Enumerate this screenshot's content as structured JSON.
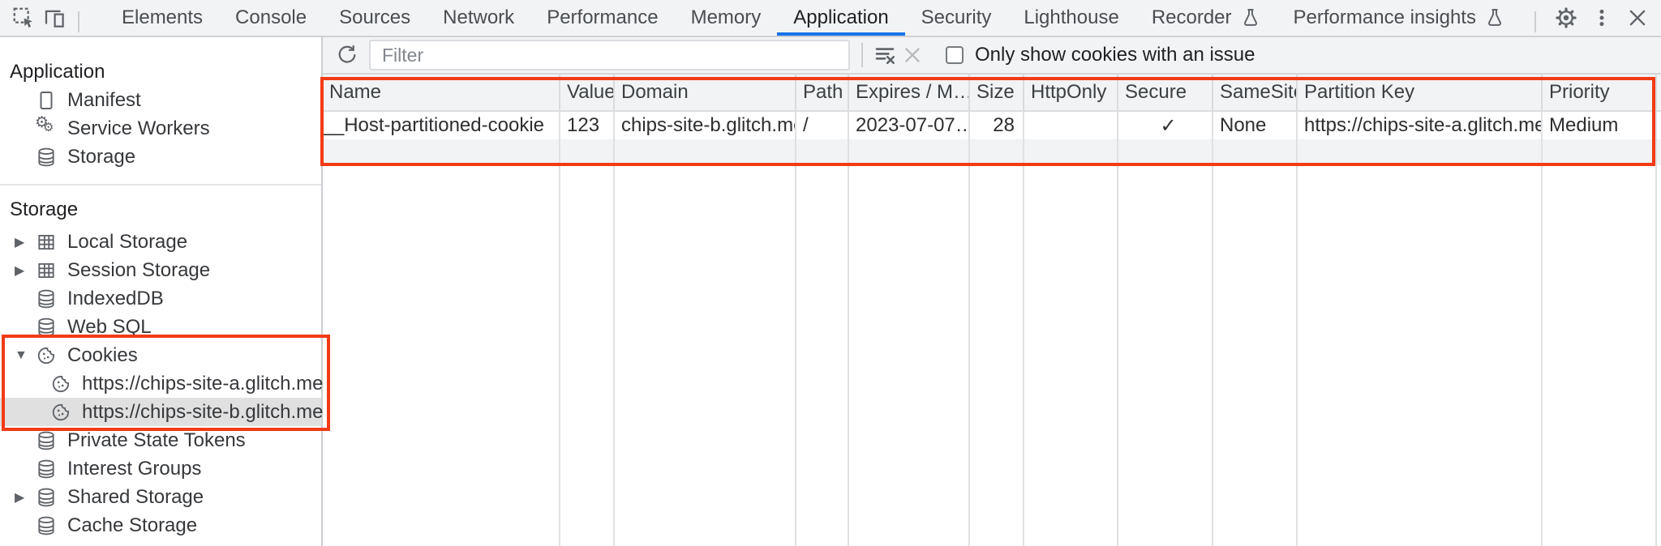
{
  "highlight_color": "#f23b16",
  "tabbar": {
    "left_icons": [
      {
        "name": "inspect-icon"
      },
      {
        "name": "device-toolbar-icon"
      }
    ],
    "tabs": [
      {
        "label": "Elements"
      },
      {
        "label": "Console"
      },
      {
        "label": "Sources"
      },
      {
        "label": "Network"
      },
      {
        "label": "Performance"
      },
      {
        "label": "Memory"
      },
      {
        "label": "Application",
        "selected": true
      },
      {
        "label": "Security"
      },
      {
        "label": "Lighthouse"
      },
      {
        "label": "Recorder",
        "flask_icon": true
      },
      {
        "label": "Performance insights",
        "flask_icon": true
      }
    ],
    "right_icons": [
      {
        "name": "settings-gear-icon"
      },
      {
        "name": "more-options-icon"
      },
      {
        "name": "close-icon"
      }
    ]
  },
  "sidebar": {
    "application_section": {
      "header": "Application",
      "items": [
        {
          "icon": "manifest-icon",
          "label": "Manifest"
        },
        {
          "icon": "service-workers-icon",
          "label": "Service Workers"
        },
        {
          "icon": "database-icon",
          "label": "Storage"
        }
      ]
    },
    "storage_section": {
      "header": "Storage",
      "items": [
        {
          "icon": "table-icon",
          "label": "Local Storage",
          "expand": "collapsed"
        },
        {
          "icon": "table-icon",
          "label": "Session Storage",
          "expand": "collapsed"
        },
        {
          "icon": "database-icon",
          "label": "IndexedDB"
        },
        {
          "icon": "database-icon",
          "label": "Web SQL"
        },
        {
          "icon": "cookie-icon",
          "label": "Cookies",
          "expand": "expanded"
        },
        {
          "icon": "cookie-icon",
          "label": "https://chips-site-a.glitch.me",
          "child": true
        },
        {
          "icon": "cookie-icon",
          "label": "https://chips-site-b.glitch.me",
          "child": true,
          "selected": true
        },
        {
          "icon": "database-icon",
          "label": "Private State Tokens"
        },
        {
          "icon": "database-icon",
          "label": "Interest Groups"
        },
        {
          "icon": "database-icon",
          "label": "Shared Storage",
          "expand": "collapsed"
        },
        {
          "icon": "database-icon",
          "label": "Cache Storage"
        }
      ]
    }
  },
  "cookies_panel": {
    "toolbar": {
      "refresh_icon": "refresh-icon",
      "filter_placeholder": "Filter",
      "filter_value": "",
      "clear_filter_icon": "filter-clear-icon",
      "clear_icon": "clear-icon",
      "issue_checkbox_label": "Only show cookies with an issue",
      "issue_checkbox_checked": false
    },
    "table": {
      "columns": [
        "Name",
        "Value",
        "Domain",
        "Path",
        "Expires / M…",
        "Size",
        "HttpOnly",
        "Secure",
        "SameSite",
        "Partition Key",
        "Priority"
      ],
      "rows": [
        [
          "__Host-partitioned-cookie",
          "123",
          "chips-site-b.glitch.me",
          "/",
          "2023-07-07…",
          "28",
          "",
          "✓",
          "None",
          "https://chips-site-a.glitch.me",
          "Medium"
        ]
      ]
    }
  }
}
